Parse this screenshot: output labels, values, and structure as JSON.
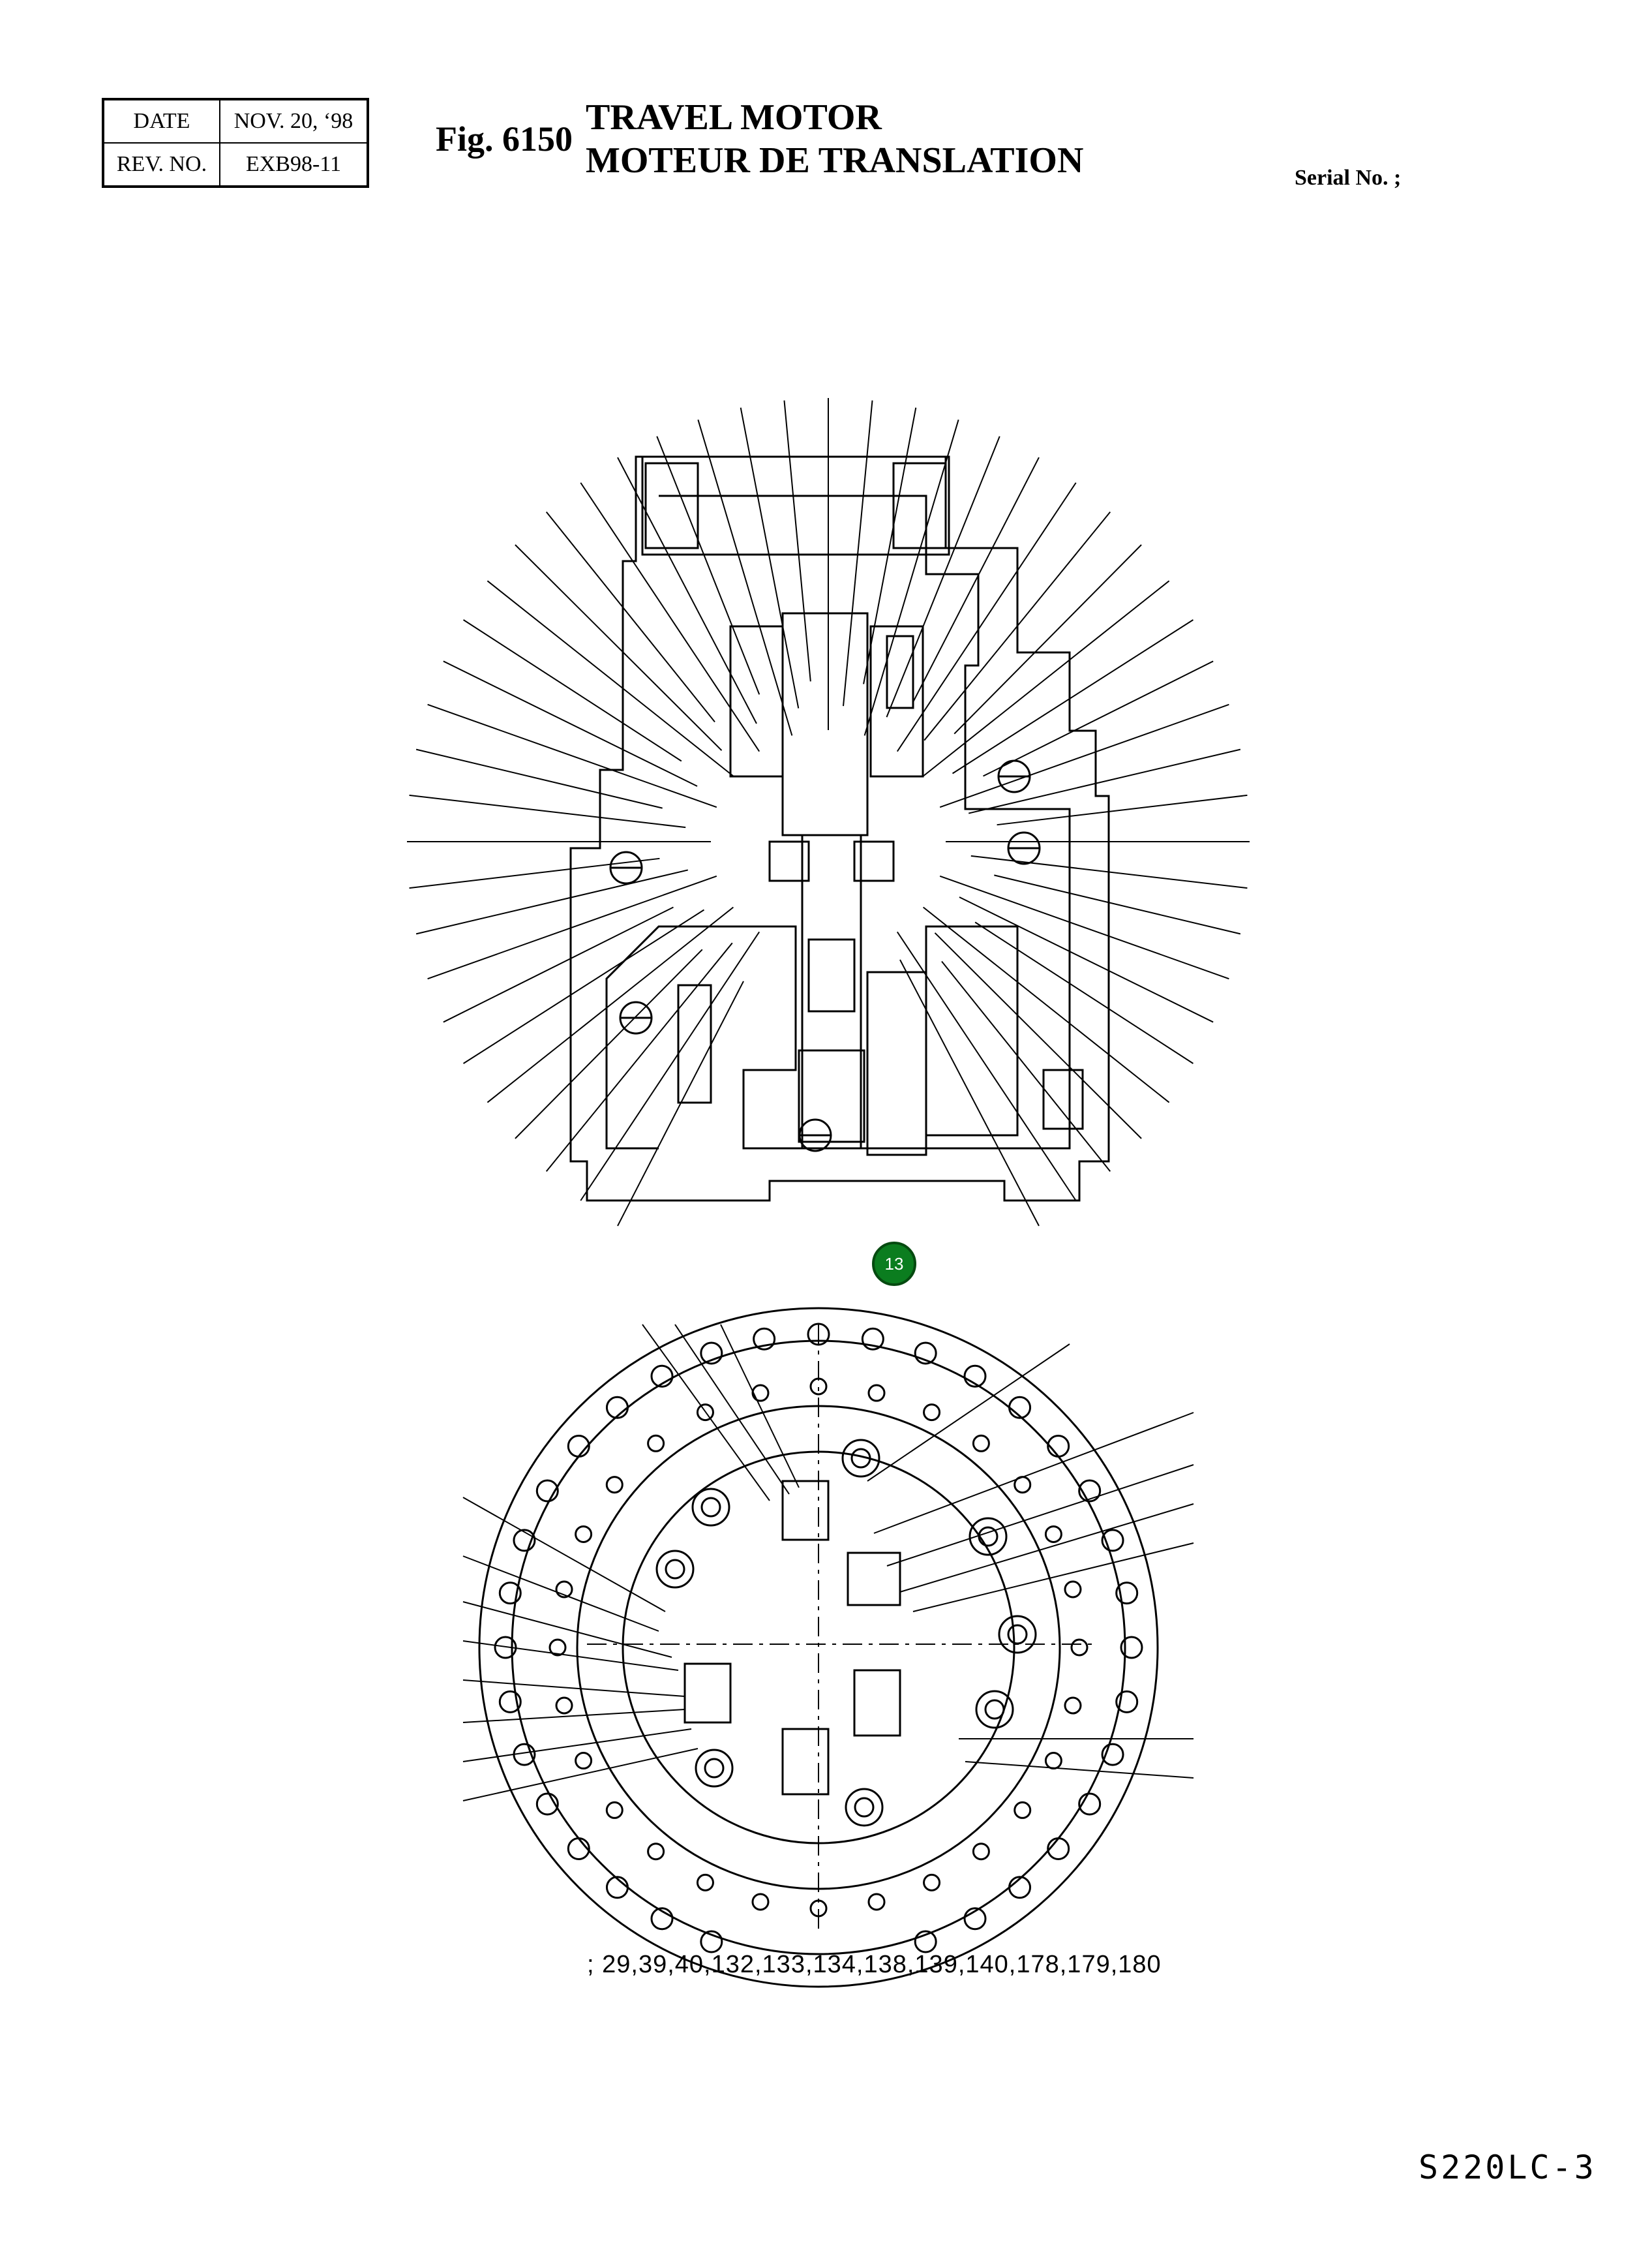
{
  "header": {
    "date_label": "DATE",
    "date_value": "NOV. 20, ‘98",
    "rev_label": "REV. NO.",
    "rev_value": "EXB98-11"
  },
  "figure": {
    "label": "Fig. 6150",
    "title_en": "TRAVEL MOTOR",
    "title_fr": "MOTEUR DE TRANSLATION",
    "serial": "Serial No. ;"
  },
  "marker": {
    "label": "13",
    "color": "#0b7d1f"
  },
  "footnote": "; 29,39,40,132,133,134,138,139,140,178,179,180",
  "model": "S220LC-3"
}
